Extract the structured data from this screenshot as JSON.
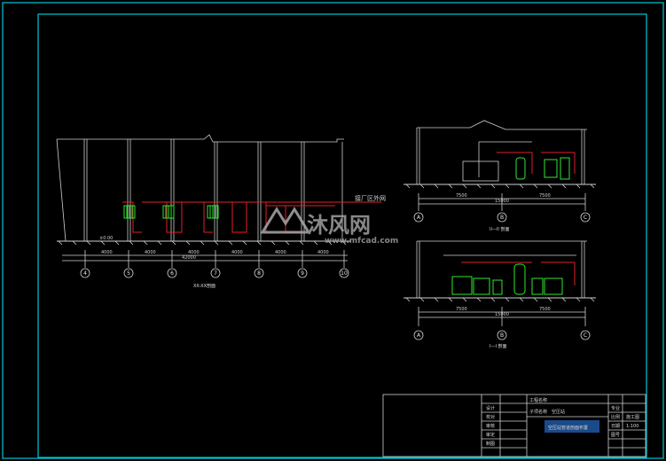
{
  "colors": {
    "background": "#000000",
    "frame": "#00c8d8",
    "lines": "#d0d0d0",
    "pipe": "#e0202c",
    "equipment": "#2ee82e",
    "watermark": "#9a9a9a"
  },
  "plan": {
    "grid_labels": [
      "4",
      "5",
      "6",
      "7",
      "8",
      "9",
      "10"
    ],
    "bay_dims": [
      "4000",
      "4000",
      "4000",
      "4000",
      "4000",
      "4000"
    ],
    "total_dim": "42000",
    "caption": "XX-XX剖面",
    "level": "±0.00",
    "pipe_label": "接厂区外网"
  },
  "section1": {
    "grid_labels": [
      "A",
      "B",
      "C"
    ],
    "dims": [
      "7500",
      "7500"
    ],
    "total_dim": "15000",
    "caption": "II—II 剖面"
  },
  "section2": {
    "grid_labels": [
      "A",
      "B",
      "C"
    ],
    "dims": [
      "7500",
      "7500"
    ],
    "total_dim": "15000",
    "caption": "I—I 剖面"
  },
  "watermark": {
    "text": "沐风网",
    "url": "www.mfcad.com"
  },
  "title_block": {
    "project": "空压站",
    "drawing_name": "空压站管道剖面布置",
    "sub_label": "工程名称",
    "sub_label2": "子项名称",
    "stage": "施工图",
    "row_labels": [
      "设计",
      "校对",
      "审核",
      "审定",
      "制图"
    ],
    "right_labels": [
      "专业",
      "比例",
      "日期",
      "图号"
    ],
    "scale": "1:100"
  }
}
